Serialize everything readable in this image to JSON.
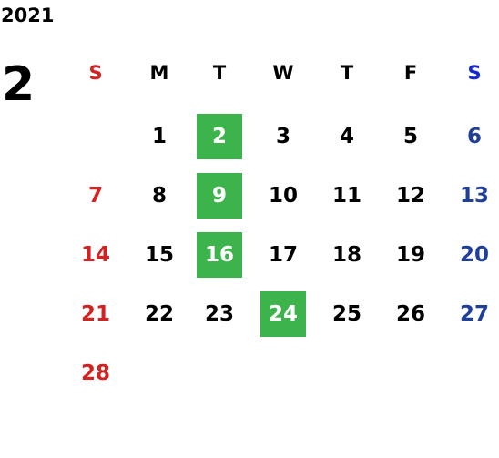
{
  "calendar": {
    "year": "2021",
    "month": "2",
    "weekday_headers": [
      "S",
      "M",
      "T",
      "W",
      "T",
      "F",
      "S"
    ],
    "weeks": [
      [
        "",
        "1",
        "2",
        "3",
        "4",
        "5",
        "6"
      ],
      [
        "7",
        "8",
        "9",
        "10",
        "11",
        "12",
        "13"
      ],
      [
        "14",
        "15",
        "16",
        "17",
        "18",
        "19",
        "20"
      ],
      [
        "21",
        "22",
        "23",
        "24",
        "25",
        "26",
        "27"
      ],
      [
        "28",
        "",
        "",
        "",
        "",
        "",
        ""
      ]
    ],
    "highlighted_days": [
      "2",
      "9",
      "16",
      "24"
    ],
    "colors": {
      "sunday": "#d32222",
      "saturday": "#1f3f99",
      "saturday_header": "#1428d4",
      "highlight_bg": "#3cb44b",
      "highlight_text": "#ffffff",
      "default_text": "#000000"
    }
  }
}
